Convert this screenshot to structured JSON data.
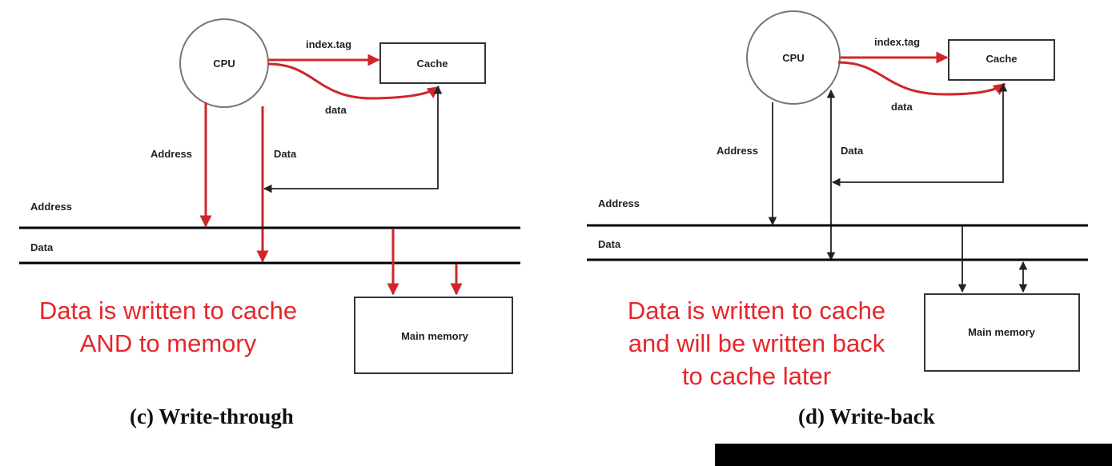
{
  "colors": {
    "write_path": "#d0262b",
    "note_text": "#e5262b",
    "bus": "#000000"
  },
  "write_through": {
    "cpu_label": "CPU",
    "cache_label": "Cache",
    "index_tag_label": "index.tag",
    "data_loop_label": "data",
    "address_arrow_label": "Address",
    "data_arrow_label": "Data",
    "address_bus_label": "Address",
    "data_bus_label": "Data",
    "main_memory_label": "Main memory",
    "note_lines": [
      "Data is written to cache",
      "AND to memory"
    ],
    "caption": "(c) Write-through"
  },
  "write_back": {
    "cpu_label": "CPU",
    "cache_label": "Cache",
    "index_tag_label": "index.tag",
    "data_loop_label": "data",
    "address_arrow_label": "Address",
    "data_arrow_label": "Data",
    "address_bus_label": "Address",
    "data_bus_label": "Data",
    "main_memory_label": "Main memory",
    "note_lines": [
      "Data is written to cache",
      "and will be written back",
      "to cache later"
    ],
    "caption": "(d) Write-back"
  }
}
